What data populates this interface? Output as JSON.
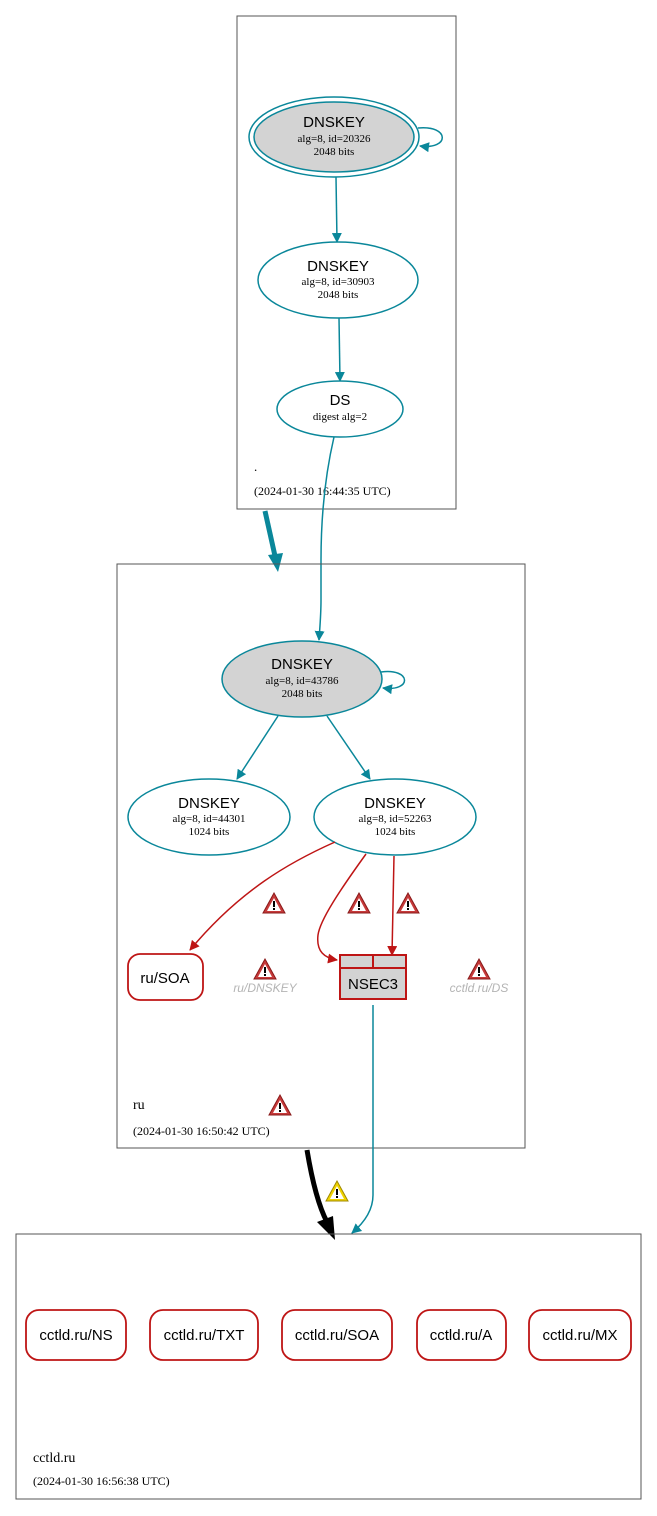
{
  "colors": {
    "teal": "#0a879a",
    "red": "#be1515",
    "black": "#000000",
    "node_fill_gray": "#d3d3d3",
    "warning_red": "#c63a3a",
    "warning_yellow": "#f0d300",
    "muted_text": "#b4b4b4"
  },
  "zones": {
    "root": {
      "label": ".",
      "timestamp": "(2024-01-30 16:44:35 UTC)"
    },
    "ru": {
      "label": "ru",
      "timestamp": "(2024-01-30 16:50:42 UTC)"
    },
    "cctld": {
      "label": "cctld.ru",
      "timestamp": "(2024-01-30 16:56:38 UTC)"
    }
  },
  "nodes": {
    "root_ksk": {
      "title": "DNSKEY",
      "line1": "alg=8, id=20326",
      "line2": "2048 bits"
    },
    "root_zsk": {
      "title": "DNSKEY",
      "line1": "alg=8, id=30903",
      "line2": "2048 bits"
    },
    "root_ds": {
      "title": "DS",
      "line1": "digest alg=2"
    },
    "ru_ksk": {
      "title": "DNSKEY",
      "line1": "alg=8, id=43786",
      "line2": "2048 bits"
    },
    "ru_zsk1": {
      "title": "DNSKEY",
      "line1": "alg=8, id=44301",
      "line2": "1024 bits"
    },
    "ru_zsk2": {
      "title": "DNSKEY",
      "line1": "alg=8, id=52263",
      "line2": "1024 bits"
    },
    "ru_soa": {
      "title": "ru/SOA"
    },
    "ru_dnskey_missing": {
      "title": "ru/DNSKEY"
    },
    "nsec3": {
      "title": "NSEC3"
    },
    "cctld_ds_missing": {
      "title": "cctld.ru/DS"
    },
    "cctld_ns": {
      "title": "cctld.ru/NS"
    },
    "cctld_txt": {
      "title": "cctld.ru/TXT"
    },
    "cctld_soa": {
      "title": "cctld.ru/SOA"
    },
    "cctld_a": {
      "title": "cctld.ru/A"
    },
    "cctld_mx": {
      "title": "cctld.ru/MX"
    }
  }
}
